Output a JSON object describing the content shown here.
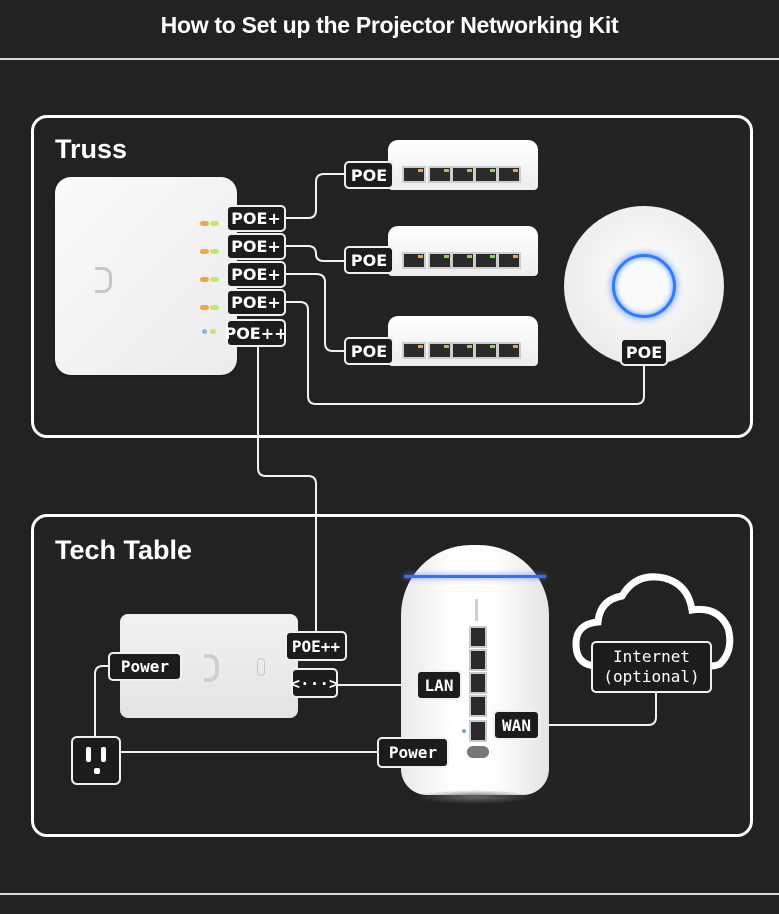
{
  "header": {
    "title": "How to Set up the Projector Networking Kit"
  },
  "sections": {
    "truss": {
      "title": "Truss",
      "flex_switch_ports": [
        "POE+",
        "POE+",
        "POE+",
        "POE+",
        "POE++"
      ],
      "mini_switch_labels": [
        "POE",
        "POE",
        "POE"
      ],
      "access_point_label": "POE"
    },
    "tech_table": {
      "title": "Tech Table",
      "injector_labels": {
        "power": "Power",
        "poe_out": "POE++",
        "data_in": "<···>"
      },
      "router_labels": {
        "lan": "LAN",
        "wan": "WAN",
        "power": "Power"
      },
      "internet_label": [
        "Internet",
        "(optional)"
      ]
    }
  },
  "colors": {
    "background": "#222222",
    "line": "#ffffff",
    "accent_blue": "#2f7bff",
    "led_orange": "#f5a44a",
    "led_green": "#b8e05a"
  },
  "icons": {
    "outlet": "us-power-outlet-icon",
    "cloud": "cloud-icon",
    "ethernet": "ethernet-icon"
  }
}
